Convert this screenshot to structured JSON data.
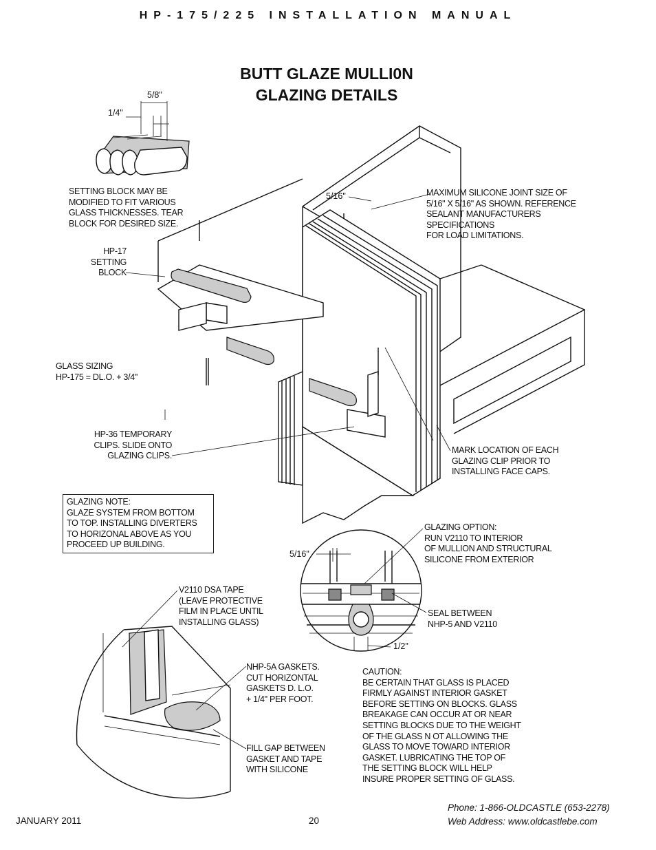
{
  "header": {
    "title": "HP-175/225 INSTALLATION MANUAL"
  },
  "page_title": {
    "line1": "BUTT GLAZE MULLI0N",
    "line2": "GLAZING DETAILS"
  },
  "dimensions": {
    "five_eighths": "5/8\"",
    "quarter": "1/4\"",
    "five_sixteenths_top": "5/16\"",
    "five_sixteenths_detail": "5/16\"",
    "half": "1/2\""
  },
  "callouts": {
    "setting_block_note": "SETTING BLOCK MAY BE\nMODIFIED TO FIT VARIOUS\nGLASS THICKNESSES. TEAR\nBLOCK FOR DESIRED SIZE.",
    "hp17": "HP-17\nSETTING\nBLOCK",
    "max_silicone": "MAXIMUM SILICONE JOINT SIZE  OF\n5/16\"  X 5/16\" AS SHOWN. REFERENCE\nSEALANT MANUFACTURERS\nSPECIFICATIONS\nFOR LOAD LIMITATIONS.",
    "glass_sizing": "GLASS SIZING\nHP-175 = DL.O. + 3/4\"",
    "hp36": "HP-36 TEMPORARY\nCLIPS. SLIDE ONTO\nGLAZING CLIPS.",
    "mark_location": "MARK LOCATION OF EACH\nGLAZING CLIP PRIOR TO\nINSTALLING FACE CAPS.",
    "glazing_note": "GLAZING NOTE:\nGLAZE SYSTEM FROM BOTTOM\nTO TOP. INSTALLING DIVERTERS\nTO HORIZONAL ABOVE AS YOU\nPROCEED UP BUILDING.",
    "glazing_option": "GLAZING OPTION:\nRUN V2110 TO INTERIOR\nOF MULLION AND STRUCTURAL\nSILICONE FROM EXTERIOR",
    "v2110_tape": "V2110 DSA TAPE\n(LEAVE PROTECTIVE\nFILM IN PLACE UNTIL\nINSTALLING GLASS)",
    "seal_between": "SEAL BETWEEN\nNHP-5 AND V2110",
    "nhp5a": "NHP-5A GASKETS.\nCUT HORIZONTAL\nGASKETS D. L.O.\n+ 1/4\" PER FOOT.",
    "caution": "CAUTION:\nBE CERTAIN THAT GLASS IS PLACED\nFIRMLY AGAINST INTERIOR GASKET\nBEFORE SETTING ON BLOCKS. GLASS\nBREAKAGE CAN  OCCUR AT OR NEAR\nSETTING BLOCKS DUE TO THE WEIGHT\nOF THE GLASS N OT ALLOWING THE\nGLASS TO MOVE TOWARD INTERIOR\nGASKET.  LUBRICATING THE TOP OF\nTHE SETTING BLOCK WILL HELP\nINSURE PROPER SETTING  OF GLASS.",
    "fill_gap": "FILL GAP BETWEEN\nGASKET AND TAPE\nWITH SILICONE"
  },
  "footer": {
    "date": "JANUARY 2011",
    "page_number": "20",
    "phone": "Phone: 1-866-OLDCASTLE (653-2278)",
    "web": "Web Address: www.oldcastlebe.com"
  }
}
